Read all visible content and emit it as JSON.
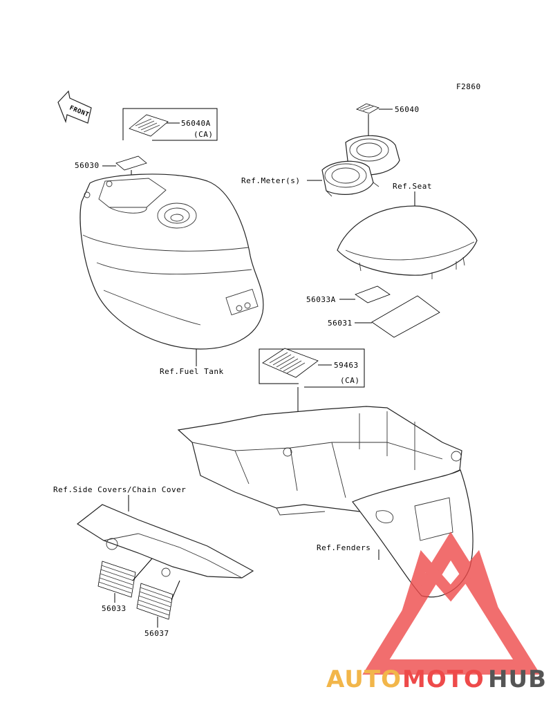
{
  "figure_code": "F2860",
  "front_arrow_text": "FRONT",
  "parts": [
    {
      "code": "56040A",
      "note": "(CA)"
    },
    {
      "code": "56030"
    },
    {
      "code": "56040"
    },
    {
      "code": "56033A"
    },
    {
      "code": "56031"
    },
    {
      "code": "59463",
      "note": "(CA)"
    },
    {
      "code": "56033"
    },
    {
      "code": "56037"
    }
  ],
  "references": {
    "meter": "Ref.Meter(s)",
    "seat": "Ref.Seat",
    "fuel_tank": "Ref.Fuel Tank",
    "side_covers": "Ref.Side Covers/Chain Cover",
    "fenders": "Ref.Fenders"
  },
  "watermark": {
    "text_part1": "AUTO",
    "text_part2": "MOTO",
    "text_part3": "HUB",
    "colors": {
      "auto": "#f2b64a",
      "moto": "#ee4a4a",
      "hub": "#555555",
      "logo": "#ee4a4a"
    }
  }
}
